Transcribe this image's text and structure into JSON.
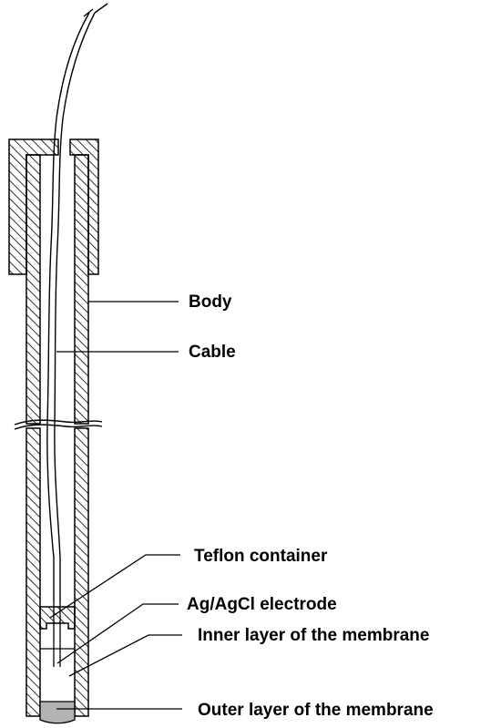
{
  "diagram": {
    "labels": {
      "body": "Body",
      "cable": "Cable",
      "teflon_container": "Teflon container",
      "agagcl_electrode": "Ag/AgCl electrode",
      "inner_layer": "Inner layer of the membrane",
      "outer_layer": "Outer layer of the membrane"
    },
    "colors": {
      "line": "#000000",
      "hatch": "#000000",
      "membrane_outer": "#b3b3b3",
      "background": "#ffffff"
    }
  }
}
